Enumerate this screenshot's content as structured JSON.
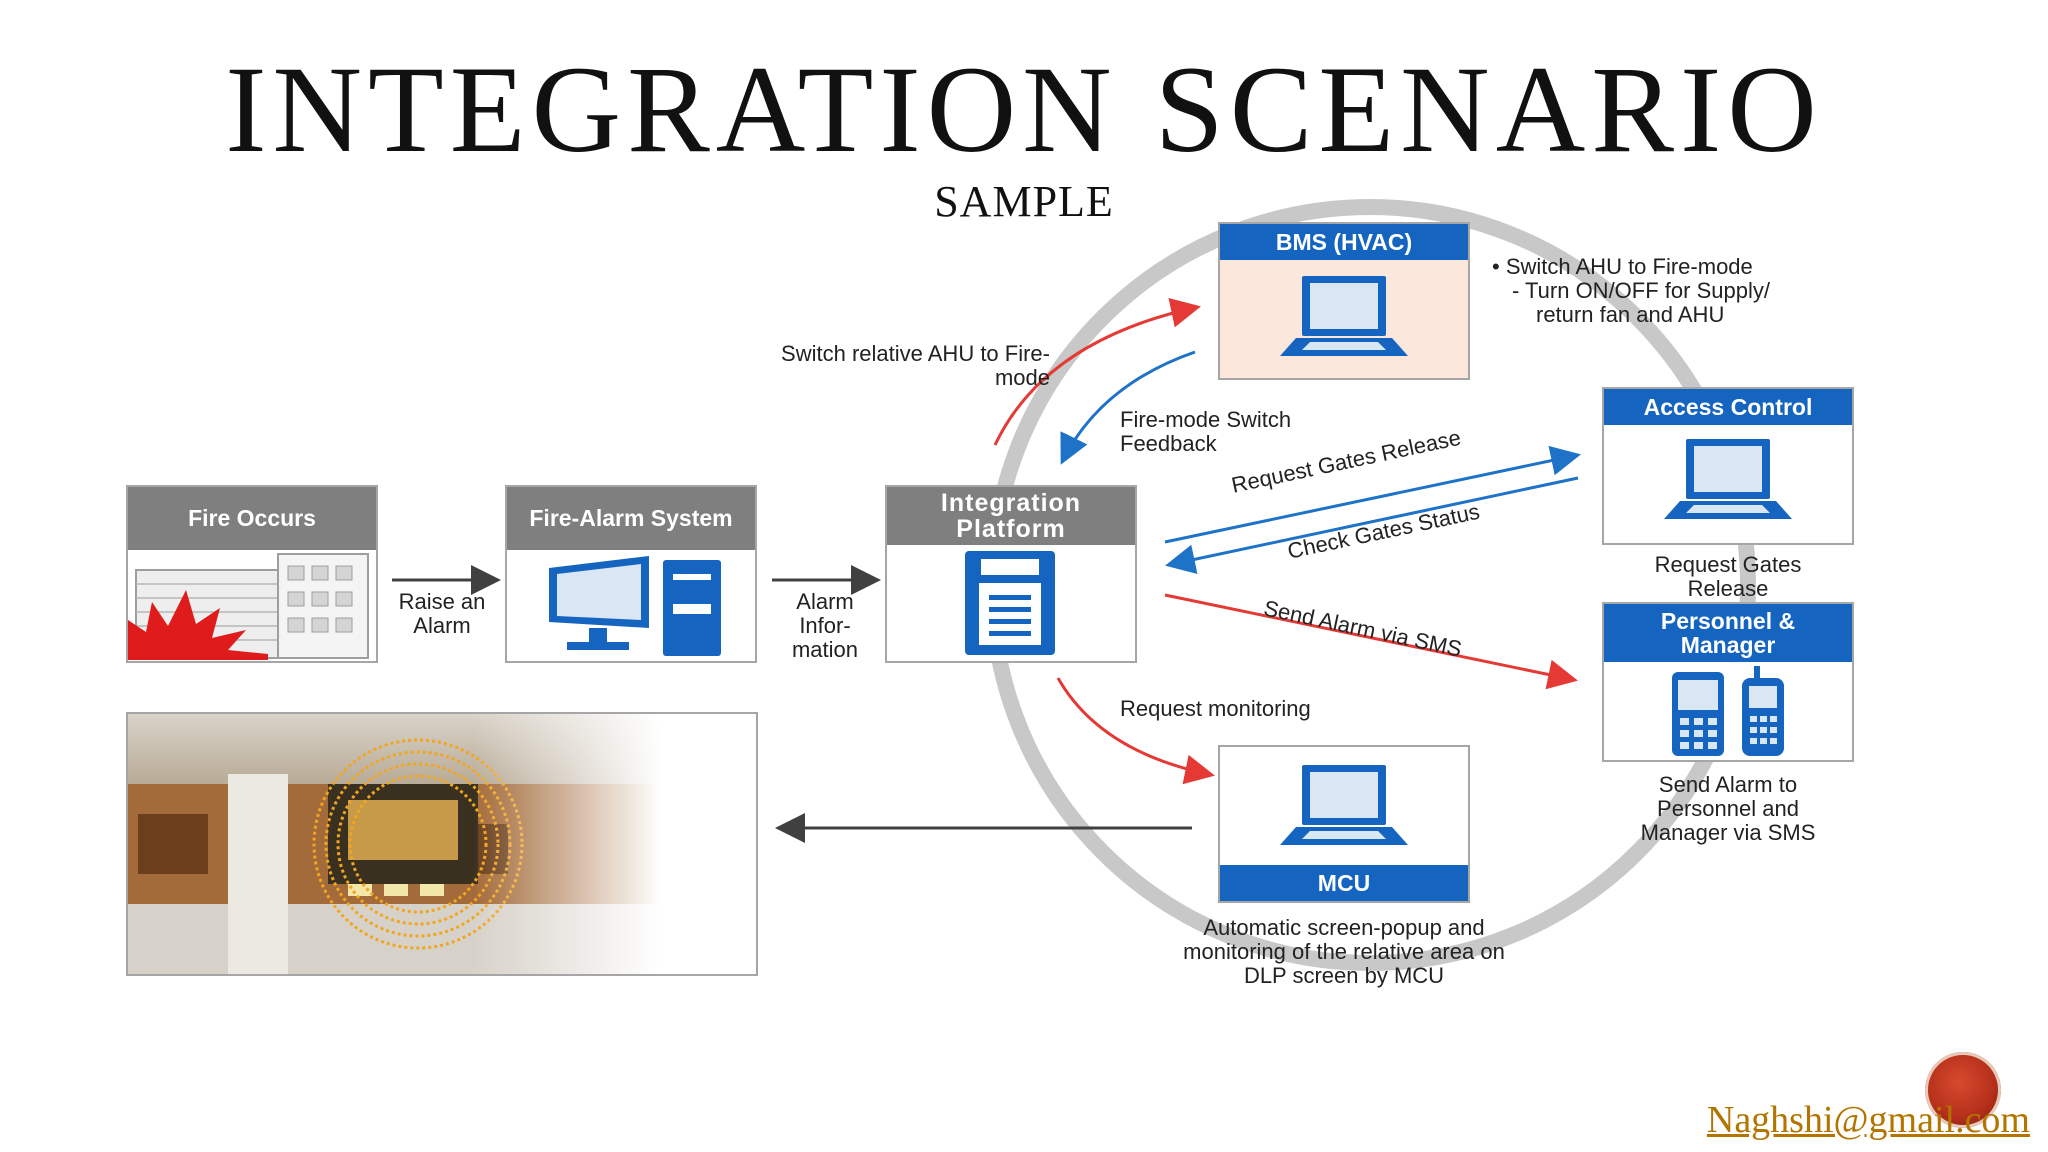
{
  "title": "INTEGRATION SCENARIO",
  "subtitle": "SAMPLE",
  "nodes": {
    "fire": "Fire Occurs",
    "fas": "Fire-Alarm System",
    "ip": "Integration Platform",
    "bms": "BMS (HVAC)",
    "ac": "Access Control",
    "pm": "Personnel & Manager",
    "mcu": "MCU"
  },
  "labels": {
    "raise_alarm": "Raise an Alarm",
    "alarm_info": "Alarm Infor- mation",
    "switch_ahu": "Switch relative AHU to Fire-mode",
    "fire_mode_feedback": "Fire-mode Switch Feedback",
    "bms_note_1": "• Switch AHU to Fire-mode",
    "bms_note_2": "- Turn ON/OFF for Supply/",
    "bms_note_3": "return fan and AHU",
    "request_gates": "Request Gates Release",
    "check_gates": "Check Gates Status",
    "send_alarm_sms": "Send Alarm via SMS",
    "ac_note": "Request Gates Release",
    "pm_note": "Send Alarm to Personnel and Manager via SMS",
    "request_monitoring": "Request monitoring",
    "mcu_note": "Automatic screen-popup and monitoring of the relative area on DLP screen by MCU"
  },
  "email": "Naghshi@gmail.com",
  "colors": {
    "gray_header": "#7f7f7f",
    "blue_header": "#1565c0",
    "red_arrow": "#e53935",
    "blue_arrow": "#1e73c8",
    "ring": "#c8c8c8"
  }
}
